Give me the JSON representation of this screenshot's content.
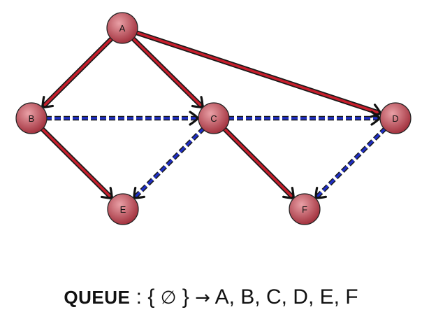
{
  "diagram": {
    "colors": {
      "tree_edge_outer": "#1a1a1a",
      "tree_edge_inner": "#c81e2c",
      "cross_edge_outer": "#1a1a1a",
      "cross_edge_inner": "#1f2fc4",
      "node_fill_light": "#e9a0a6",
      "node_fill_dark": "#a3333f",
      "node_stroke": "#222222"
    },
    "nodes": [
      {
        "id": "A",
        "label": "A"
      },
      {
        "id": "B",
        "label": "B"
      },
      {
        "id": "C",
        "label": "C"
      },
      {
        "id": "D",
        "label": "D"
      },
      {
        "id": "E",
        "label": "E"
      },
      {
        "id": "F",
        "label": "F"
      }
    ],
    "tree_edges": [
      {
        "from": "A",
        "to": "B"
      },
      {
        "from": "A",
        "to": "C"
      },
      {
        "from": "A",
        "to": "D"
      },
      {
        "from": "B",
        "to": "E"
      },
      {
        "from": "C",
        "to": "F"
      }
    ],
    "cross_edges": [
      {
        "from": "B",
        "to": "C"
      },
      {
        "from": "C",
        "to": "D"
      },
      {
        "from": "C",
        "to": "E"
      },
      {
        "from": "D",
        "to": "F"
      }
    ]
  },
  "caption": {
    "queue_label": "QUEUE",
    "colon": ":",
    "open_brace": "{",
    "empty_set": "∅",
    "close_brace": "}",
    "arrow": "→",
    "sequence": "A, B, C, D, E, F"
  }
}
